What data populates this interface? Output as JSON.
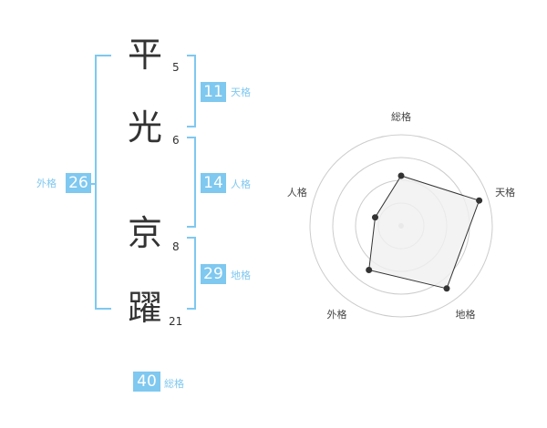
{
  "name": {
    "chars": [
      {
        "char": "平",
        "strokes": "5"
      },
      {
        "char": "光",
        "strokes": "6"
      },
      {
        "char": "京",
        "strokes": "8"
      },
      {
        "char": "躍",
        "strokes": "21"
      }
    ]
  },
  "fortunes": {
    "tenkaku": {
      "value": "11",
      "label": "天格"
    },
    "jinkaku": {
      "value": "14",
      "label": "人格"
    },
    "chikaku": {
      "value": "29",
      "label": "地格"
    },
    "gaikaku": {
      "value": "26",
      "label": "外格"
    },
    "soukaku": {
      "value": "40",
      "label": "総格"
    }
  },
  "colors": {
    "accent": "#7fc8f0",
    "text": "#333333",
    "radar_fill": "#f0f0f0",
    "radar_stroke": "#333333",
    "grid": "#cccccc"
  },
  "chart_data": {
    "type": "radar",
    "axes": [
      "総格",
      "天格",
      "地格",
      "外格",
      "人格"
    ],
    "levels": 4,
    "values": [
      0.55,
      0.9,
      0.85,
      0.6,
      0.3
    ]
  }
}
